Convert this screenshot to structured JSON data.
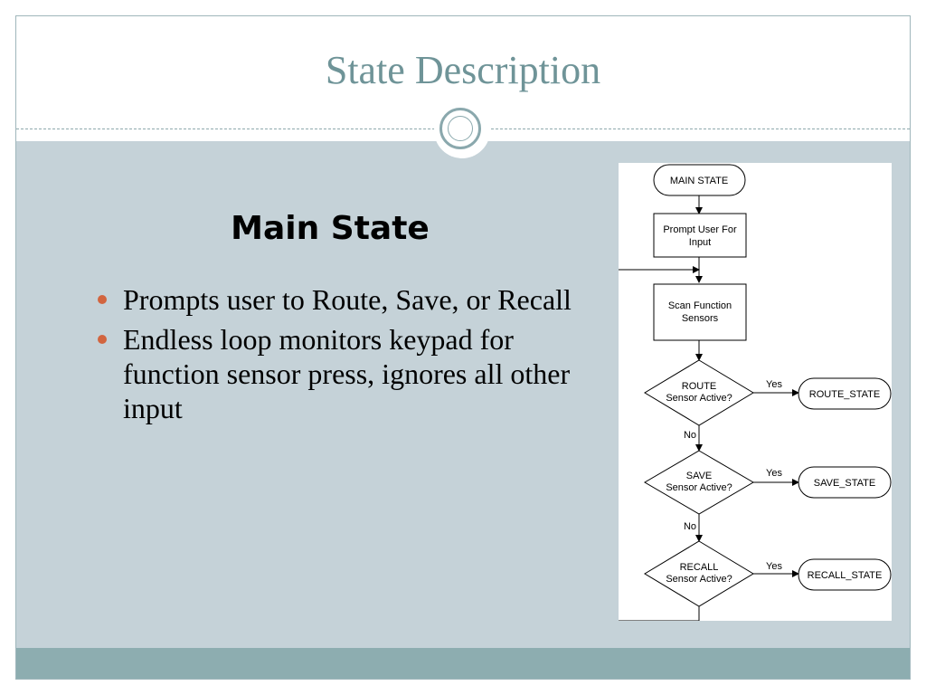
{
  "slide": {
    "title": "State Description",
    "heading": "Main State",
    "bullets": [
      "Prompts user to Route, Save, or Recall",
      "Endless loop monitors keypad for function sensor press, ignores all other input"
    ]
  },
  "flowchart": {
    "start": "MAIN STATE",
    "prompt": [
      "Prompt User For",
      "Input"
    ],
    "scan": [
      "Scan Function",
      "Sensors"
    ],
    "decisions": [
      {
        "label": [
          "ROUTE",
          "Sensor Active?"
        ],
        "yes": "Yes",
        "no": "No",
        "target": "ROUTE_STATE"
      },
      {
        "label": [
          "SAVE",
          "Sensor Active?"
        ],
        "yes": "Yes",
        "no": "No",
        "target": "SAVE_STATE"
      },
      {
        "label": [
          "RECALL",
          "Sensor Active?"
        ],
        "yes": "Yes",
        "target": "RECALL_STATE"
      }
    ]
  }
}
